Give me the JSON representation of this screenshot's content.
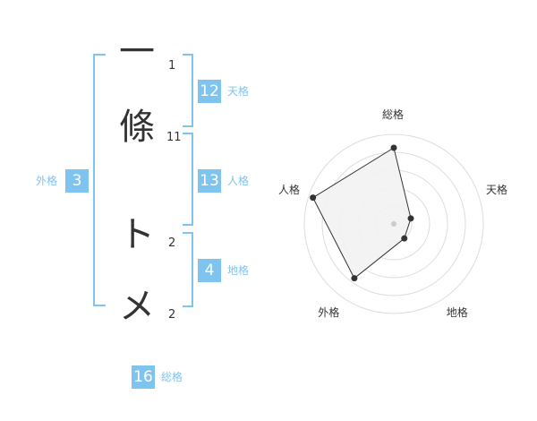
{
  "name": {
    "chars": [
      {
        "char": "一",
        "strokes": "1"
      },
      {
        "char": "條",
        "strokes": "11"
      },
      {
        "char": "ト",
        "strokes": "2"
      },
      {
        "char": "メ",
        "strokes": "2"
      }
    ]
  },
  "kaku": {
    "tenkaku": {
      "value": "12",
      "label": "天格"
    },
    "jinkaku": {
      "value": "13",
      "label": "人格"
    },
    "chikaku": {
      "value": "4",
      "label": "地格"
    },
    "gaikaku": {
      "value": "3",
      "label": "外格"
    },
    "soukaku": {
      "value": "16",
      "label": "総格"
    }
  },
  "chart_data": {
    "type": "radar",
    "axes": [
      "総格",
      "天格",
      "地格",
      "外格",
      "人格"
    ],
    "values": [
      0.85,
      0.2,
      0.2,
      0.75,
      0.95
    ],
    "rings": 5,
    "colors": {
      "fill": "#f2f2f2",
      "line": "#333333",
      "grid": "#dddddd",
      "center": "#cccccc"
    }
  }
}
